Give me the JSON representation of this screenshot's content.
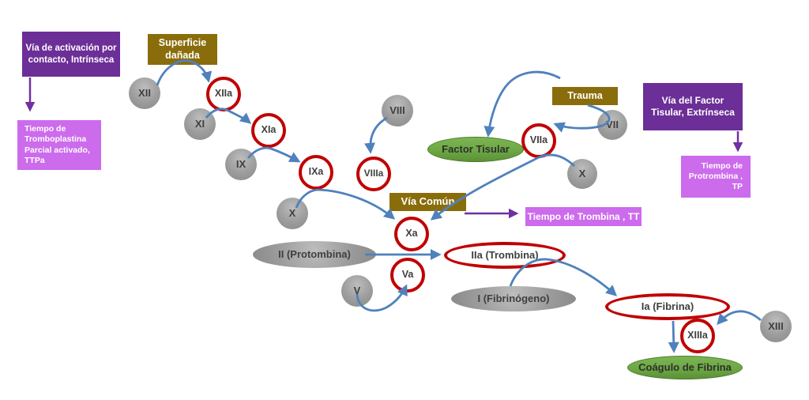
{
  "colors": {
    "dark_purple": "#6C2E97",
    "light_purple": "#CC6BEC",
    "gold": "#8A6D0B",
    "green": "#6CA843",
    "green_dark": "#4E7A2E",
    "red": "#C00000",
    "blue_arrow": "#4F81BD",
    "purple_arrow": "#7030A0",
    "gray_node": "#9C9C9C",
    "node_text": "#3F3F3F"
  },
  "pathway_boxes": {
    "intrinsic": "Vía de activación por contacto, Intrínseca",
    "extrinsic": "Vía del Factor Tisular, Extrínseca"
  },
  "lab_tests": {
    "ttpa": "Tiempo de Tromboplastina Parcial activado, TTPa",
    "tp": "Tiempo de Protrombina , TP",
    "tt": "Tiempo de Trombina , TT"
  },
  "triggers": {
    "superficie": "Superficie dañada",
    "trauma": "Trauma",
    "via_comun": "Vía Común"
  },
  "tissue_nodes": {
    "factor_tisular": "Factor Tisular",
    "coagulo": "Coágulo de Fibrina"
  },
  "factors": {
    "xii": "XII",
    "xiia": "XIIa",
    "xi": "XI",
    "xia": "XIa",
    "ix": "IX",
    "ixa": "IXa",
    "viii": "VIII",
    "viiia": "VIIIa",
    "x_left": "X",
    "x_right": "X",
    "xa": "Xa",
    "vii": "VII",
    "viia": "VIIa",
    "ii": "II (Protombina)",
    "iia": "IIa (Trombina)",
    "v": "V",
    "va": "Va",
    "i": "I (Fibrinógeno)",
    "ia": "Ia (Fibrina)",
    "xiii": "XIII",
    "xiiia": "XIIIa"
  }
}
